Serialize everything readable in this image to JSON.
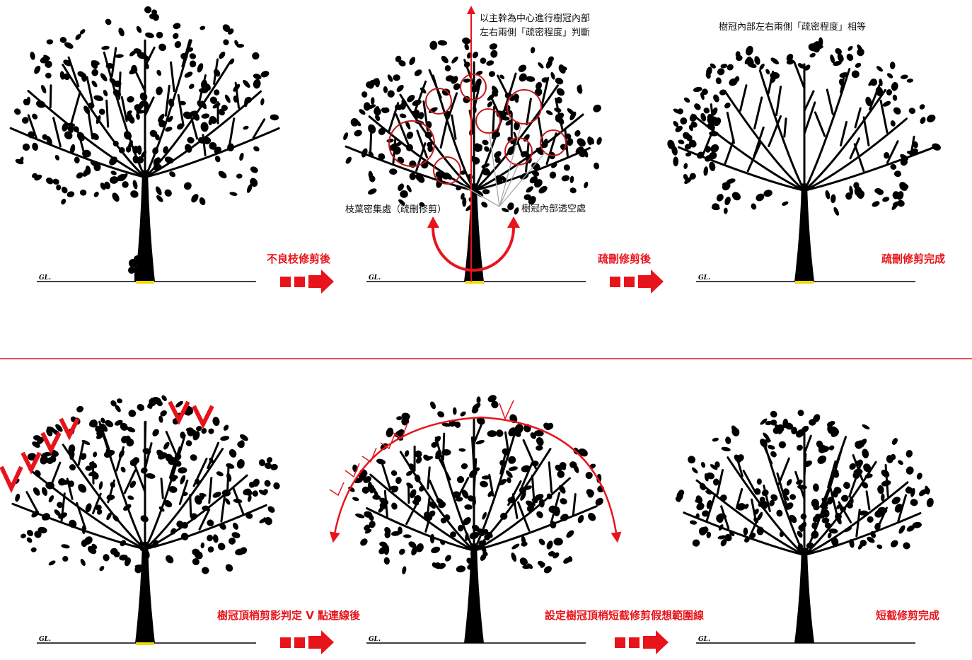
{
  "colors": {
    "accent": "#e8141b",
    "ink": "#000000",
    "note": "#111111",
    "pointer": "#a8a8a8",
    "root": "#f5d800"
  },
  "ground_label": "GL.",
  "top_row": {
    "panel2": {
      "axis_note_line1": "以主幹為中心進行樹冠內部",
      "axis_note_line2": "左右兩側「疏密程度」判斷",
      "dense_label": "枝葉密集處（疏刪修剪）",
      "sparse_label": "樹冠內部透空處"
    },
    "panel3": {
      "note": "樹冠內部左右兩側「疏密程度」相等"
    },
    "step1_caption": "不良枝修剪後",
    "step2_caption": "疏刪修剪後",
    "final_caption": "疏刪修剪完成"
  },
  "bottom_row": {
    "step1_caption": "樹冠頂梢剪影判定 V 點連線後",
    "step2_caption": "設定樹冠頂梢短截修剪假想範圍線",
    "final_caption": "短截修剪完成"
  }
}
